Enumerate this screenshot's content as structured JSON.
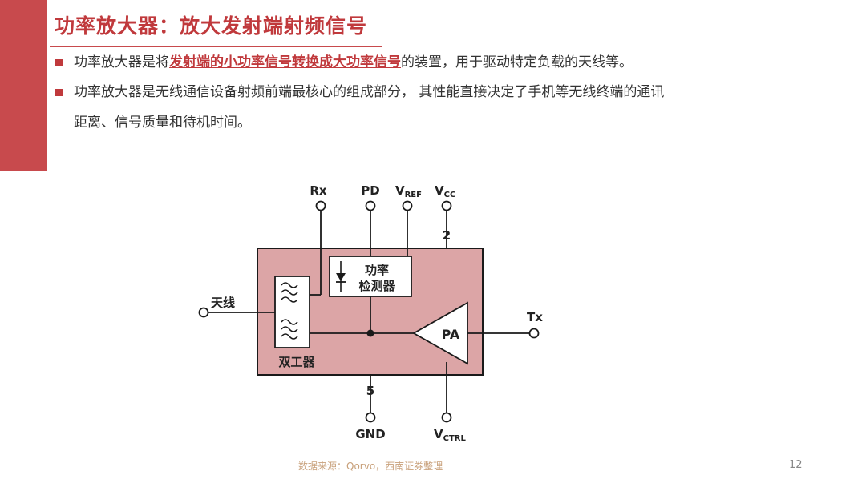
{
  "title": "功率放大器：放大发射端射频信号",
  "bullets": [
    {
      "pre": "功率放大器是将",
      "highlight": "发射端的小功率信号转换成大功率信号",
      "post": "的装置，用于驱动特定负载的天线等。"
    },
    {
      "line1": "功率放大器是无线通信设备射频前端最核心的组成部分， 其性能直接决定了手机等无线终端的通讯",
      "line2": "距离、信号质量和待机时间。"
    }
  ],
  "diagram": {
    "pins": {
      "rx": "Rx",
      "pd": "PD",
      "vref_main": "V",
      "vref_sub": "REF",
      "vcc_main": "V",
      "vcc_sub": "CC",
      "vcc_pin_number": "2",
      "antenna": "天线",
      "tx": "Tx",
      "gnd": "GND",
      "gnd_pin_number": "5",
      "vctrl_main": "V",
      "vctrl_sub": "CTRL"
    },
    "detector_line1": "功率",
    "detector_line2": "检测器",
    "pa_label": "PA",
    "duplexer_label": "双工器",
    "colors": {
      "chip_fill": "#dca5a6",
      "line": "#1a1a1a",
      "accent": "#c0393c"
    }
  },
  "footer": {
    "source": "数据来源：Qorvo，西南证券整理",
    "page_number": "12"
  }
}
